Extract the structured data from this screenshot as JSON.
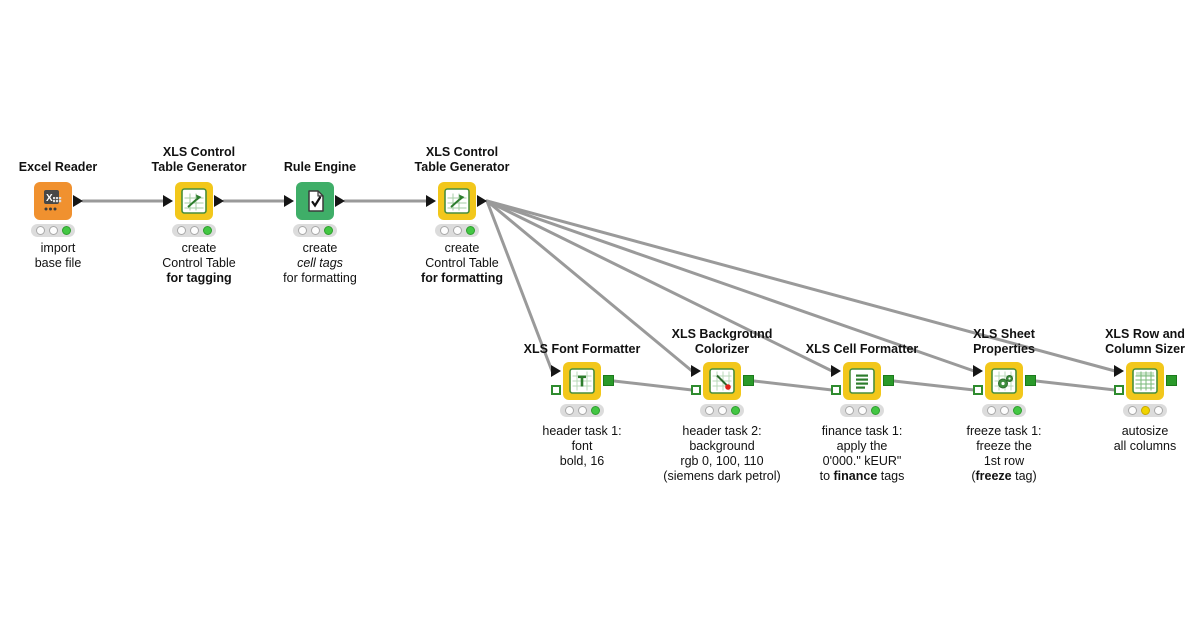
{
  "colors": {
    "node_orange": "#F0912F",
    "node_yellow": "#F2C71B",
    "node_green": "#3FAE68",
    "edge_gray": "#9A9A9A",
    "xls_port_green": "#2A9A2A",
    "status_executed_green": "#43C743",
    "status_configured_yellow": "#F0D400"
  },
  "nodes": {
    "excel_reader": {
      "name1": "Excel Reader",
      "sub1": "import",
      "sub2": "base file",
      "status": "executed"
    },
    "table_generator_1": {
      "name1": "XLS Control",
      "name2": "Table Generator",
      "sub1": "create",
      "sub2": "Control Table",
      "sub3": "for tagging",
      "status": "executed"
    },
    "rule_engine": {
      "name1": "Rule Engine",
      "sub1": "create",
      "sub2": "cell tags",
      "sub3": "for formatting",
      "status": "executed"
    },
    "table_generator_2": {
      "name1": "XLS Control",
      "name2": "Table Generator",
      "sub1": "create",
      "sub2": "Control Table",
      "sub3": "for formatting",
      "status": "executed"
    },
    "font_formatter": {
      "name1": "XLS Font Formatter",
      "sub1": "header task 1:",
      "sub2": "font",
      "sub3": "bold, 16",
      "status": "executed"
    },
    "background_colorizer": {
      "name1": "XLS Background",
      "name2": "Colorizer",
      "sub1": "header task 2:",
      "sub2": "background",
      "sub3": "rgb 0, 100, 110",
      "sub4": "(siemens dark petrol)",
      "status": "executed"
    },
    "cell_formatter": {
      "name1": "XLS Cell Formatter",
      "sub1": "finance task 1:",
      "sub2": "apply the",
      "sub3": "0'000.\" kEUR\"",
      "sub4a": "to ",
      "sub4b": "finance",
      "sub4c": " tags",
      "status": "executed"
    },
    "sheet_properties": {
      "name1": "XLS Sheet",
      "name2": "Properties",
      "sub1": "freeze task 1:",
      "sub2": "freeze the",
      "sub3": "1st row",
      "sub4a": "(",
      "sub4b": "freeze",
      "sub4c": " tag)",
      "status": "executed"
    },
    "row_column_sizer": {
      "name1": "XLS Row and",
      "name2": "Column Sizer",
      "sub1": "autosize",
      "sub2": "all columns",
      "status": "configured"
    }
  },
  "connections": [
    {
      "from": "excel_reader",
      "to": "table_generator_1",
      "port": "data"
    },
    {
      "from": "table_generator_1",
      "to": "rule_engine",
      "port": "data"
    },
    {
      "from": "rule_engine",
      "to": "table_generator_2",
      "port": "data"
    },
    {
      "from": "table_generator_2",
      "to": "font_formatter",
      "port": "data"
    },
    {
      "from": "table_generator_2",
      "to": "background_colorizer",
      "port": "data"
    },
    {
      "from": "table_generator_2",
      "to": "cell_formatter",
      "port": "data"
    },
    {
      "from": "table_generator_2",
      "to": "sheet_properties",
      "port": "data"
    },
    {
      "from": "table_generator_2",
      "to": "row_column_sizer",
      "port": "data"
    },
    {
      "from": "font_formatter",
      "to": "background_colorizer",
      "port": "xls-formatter"
    },
    {
      "from": "background_colorizer",
      "to": "cell_formatter",
      "port": "xls-formatter"
    },
    {
      "from": "cell_formatter",
      "to": "sheet_properties",
      "port": "xls-formatter"
    },
    {
      "from": "sheet_properties",
      "to": "row_column_sizer",
      "port": "xls-formatter"
    }
  ]
}
